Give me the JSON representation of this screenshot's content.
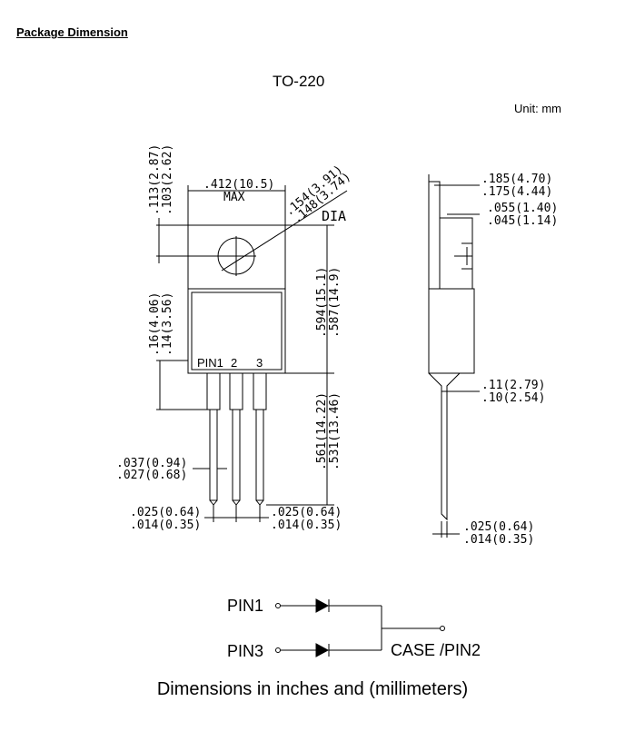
{
  "title": "Package Dimension",
  "package": "TO-220",
  "unit": "Unit: mm",
  "dims": {
    "top_a": ".113(2.87)",
    "top_b": ".103(2.62)",
    "width_a": ".412(10.5)",
    "width_b": "MAX",
    "hole_a": ".154(3.91)",
    "hole_b": ".148(3.74)",
    "hole_dia": "DIA",
    "left_a": ".16(4.06)",
    "left_b": ".14(3.56)",
    "body_a": ".594(15.1)",
    "body_b": ".587(14.9)",
    "lead_a": ".561(14.22)",
    "lead_b": ".531(13.46)",
    "pinw_a": ".037(0.94)",
    "pinw_b": ".027(0.68)",
    "pitch1_a": ".025(0.64)",
    "pitch1_b": ".014(0.35)",
    "pitch2_a": ".025(0.64)",
    "pitch2_b": ".014(0.35)",
    "thick_a": ".185(4.70)",
    "thick_b": ".175(4.44)",
    "tab_a": ".055(1.40)",
    "tab_b": ".045(1.14)",
    "stand_a": ".11(2.79)",
    "stand_b": ".10(2.54)",
    "leadt_a": ".025(0.64)",
    "leadt_b": ".014(0.35)"
  },
  "pins": {
    "pin1": "PIN1",
    "pin2": "2",
    "pin3": "3"
  },
  "schematic": {
    "pin1": "PIN1",
    "pin3": "PIN3",
    "case": "CASE /PIN2"
  },
  "footer": "Dimensions in inches and (millimeters)"
}
